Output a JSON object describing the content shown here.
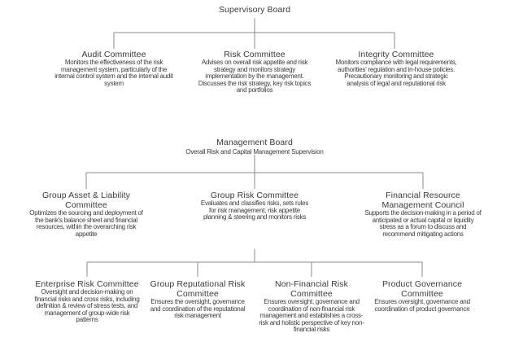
{
  "supervisory_board": {
    "title": "Supervisory Board"
  },
  "supervisory_committees": [
    {
      "title": "Audit Committee",
      "description": "Monitors the effectiveness of the risk management system, particularly of the internal control system and the internal audit system"
    },
    {
      "title": "Risk Committee",
      "description": "Advises on overall risk appetite and risk strategy and monitors strategy implementation by the management. Discusses the risk strategy, key risk topics and portfolios"
    },
    {
      "title": "Integrity Committee",
      "description": "Monitors compliance with legal requirements, authorities' regulation and in-house policies. Precautionary monitoring and strategic analysis of legal and reputational risk"
    }
  ],
  "management_board": {
    "title": "Management Board",
    "subtitle": "Overall Risk and Capital Management Supervision"
  },
  "management_committees": [
    {
      "title": "Group Asset & Liability Committee",
      "description": "Optimizes the sourcing and deployment of the bank's balance sheet and financial resources, within the overarching risk appetite"
    },
    {
      "title": "Group Risk Committee",
      "description": "Evaluates and classifies risks, sets rules for risk management, risk appetite planning & steering and monitors risks"
    },
    {
      "title": "Financial Resource Management Council",
      "description": "Supports the decision-making in a period of anticipated or actual capital or liquidity stress as a forum to discuss and recommend mitigating actions"
    }
  ],
  "risk_sub_committees": [
    {
      "title": "Enterprise Risk Committee",
      "description": "Oversight and decision-making on financial risks and cross risks, including definition & review of stress tests, and management of group-wide risk patterns"
    },
    {
      "title": "Group Reputational Risk Committee",
      "description": "Ensures the oversight, governance and coordination of the reputational risk management"
    },
    {
      "title": "Non-Financial Risk Committee",
      "description": "Ensures oversight, governance and coordination of non-financial risk management and establishes a cross-risk and holistic perspective of key non-financial risks"
    },
    {
      "title": "Product Governance Committee",
      "description": "Ensures oversight, governance and coordination of product governance"
    }
  ]
}
